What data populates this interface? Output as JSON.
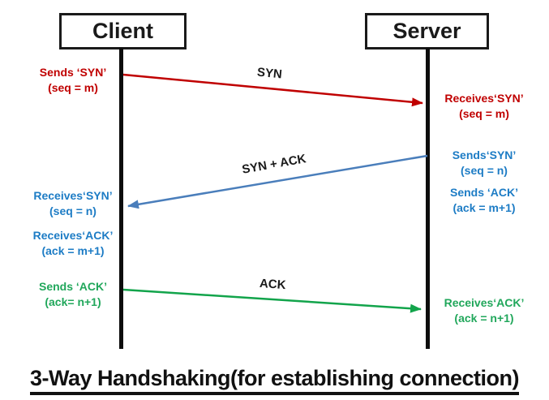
{
  "diagram": {
    "title": "3-Way Handshaking(for establishing connection)",
    "actors": [
      {
        "label": "Client"
      },
      {
        "label": "Server"
      }
    ],
    "messages": [
      {
        "label": "SYN",
        "from": "Client",
        "to": "Server",
        "color": "#C00000"
      },
      {
        "label": "SYN + ACK",
        "from": "Server",
        "to": "Client",
        "color": "#4A7EBB"
      },
      {
        "label": "ACK",
        "from": "Client",
        "to": "Server",
        "color": "#12A44B"
      }
    ],
    "annotations": {
      "client": [
        {
          "lines": [
            "Sends ‘SYN’",
            "(seq = m)"
          ],
          "color": "#C00000"
        },
        {
          "lines": [
            "Receives‘SYN’",
            "(seq = n)"
          ],
          "color": "#1D7CC5"
        },
        {
          "lines": [
            "Receives‘ACK’",
            "(ack = m+1)"
          ],
          "color": "#1D7CC5"
        },
        {
          "lines": [
            "Sends ‘ACK’",
            "(ack= n+1)"
          ],
          "color": "#21A75B"
        }
      ],
      "server": [
        {
          "lines": [
            "Receives‘SYN’",
            "(seq = m)"
          ],
          "color": "#C00000"
        },
        {
          "lines": [
            "Sends‘SYN’",
            "(seq = n)"
          ],
          "color": "#1D7CC5"
        },
        {
          "lines": [
            "Sends ‘ACK’",
            "(ack = m+1)"
          ],
          "color": "#1D7CC5"
        },
        {
          "lines": [
            "Receives‘ACK’",
            "(ack = n+1)"
          ],
          "color": "#21A75B"
        }
      ]
    }
  }
}
